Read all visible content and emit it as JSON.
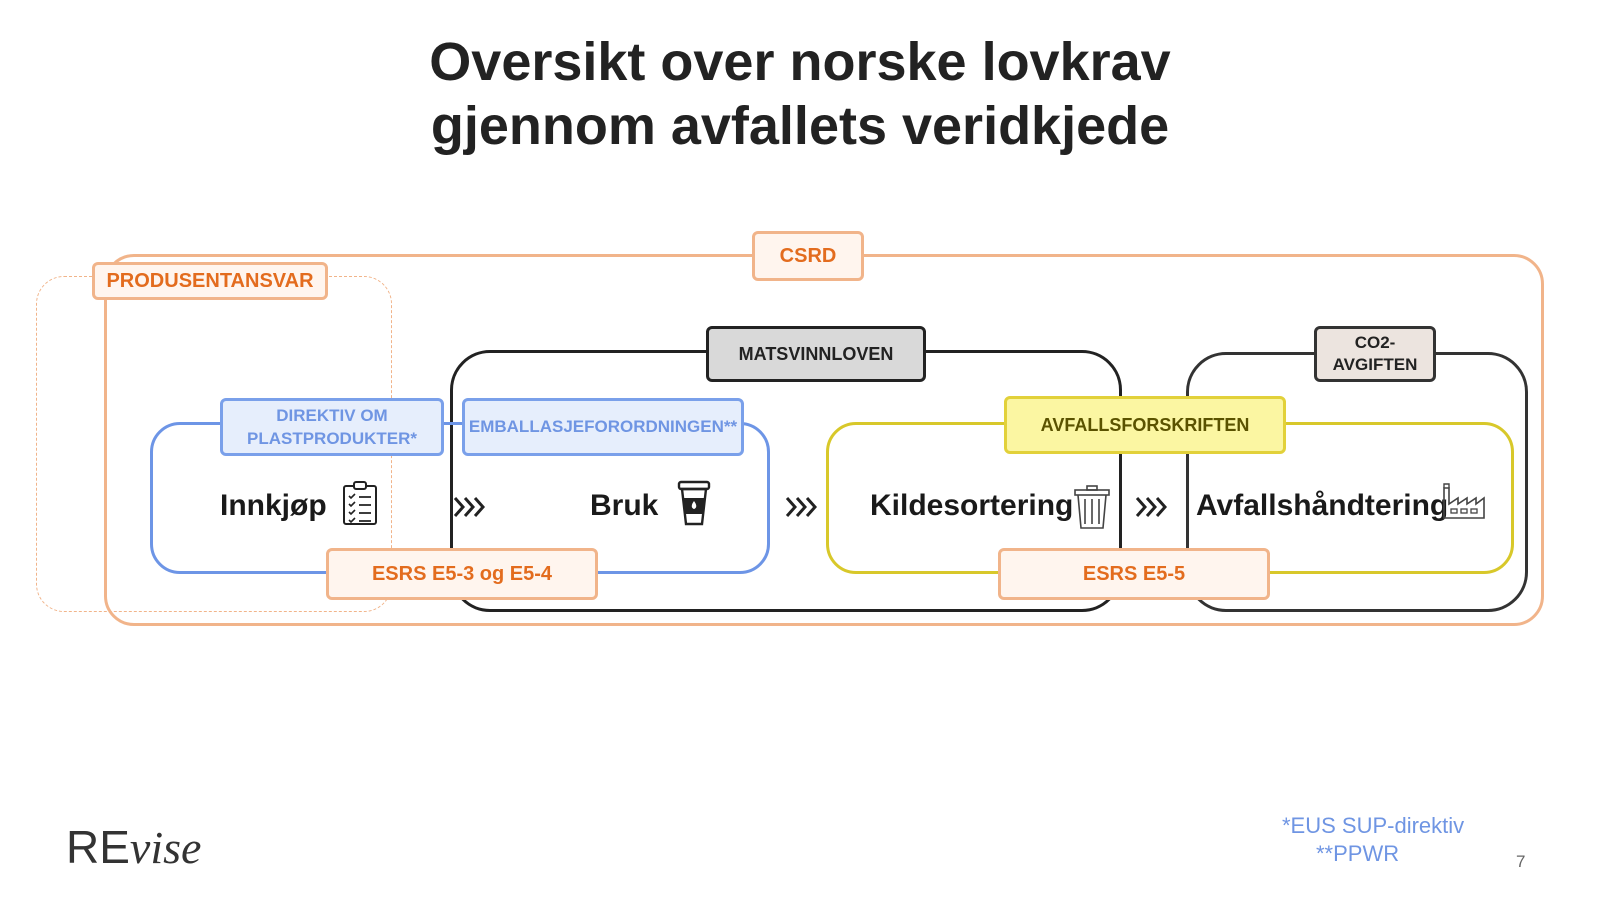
{
  "title": {
    "line1": "Oversikt over norske lovkrav",
    "line2": "gjennom avfallets veridkjede"
  },
  "labels": {
    "csrd": "CSRD",
    "produsentansvar": "PRODUSENTANSVAR",
    "matsvinnloven": "MATSVINNLOVEN",
    "co2_line1": "CO2-",
    "co2_line2": "AVGIFTEN",
    "direktiv_line1": "DIREKTIV OM",
    "direktiv_line2": "PLASTPRODUKTER*",
    "emballasje": "EMBALLASJEFORORDNINGEN**",
    "avfallsforskriften": "AVFALLSFORSKRIFTEN",
    "esrs_e5_3_4": "ESRS E5-3 og E5-4",
    "esrs_e5_5": "ESRS E5-5"
  },
  "stages": [
    {
      "label": "Innkjøp",
      "icon": "clipboard-checklist-icon"
    },
    {
      "label": "Bruk",
      "icon": "coffee-cup-icon"
    },
    {
      "label": "Kildesortering",
      "icon": "trash-bin-icon"
    },
    {
      "label": "Avfallshåndtering",
      "icon": "factory-icon"
    }
  ],
  "arrow_icon": "triple-chevron-right-icon",
  "footnotes": {
    "sup": "*EUS SUP-direktiv",
    "ppwr": "**PPWR"
  },
  "logo": {
    "part1": "RE",
    "part2": "vise"
  },
  "page_number": "7",
  "colors": {
    "csrd": "#f1b48a",
    "orange_text": "#e36c1e",
    "blue": "#6d95e6",
    "yellow": "#d8c82a",
    "dark": "#222222"
  }
}
